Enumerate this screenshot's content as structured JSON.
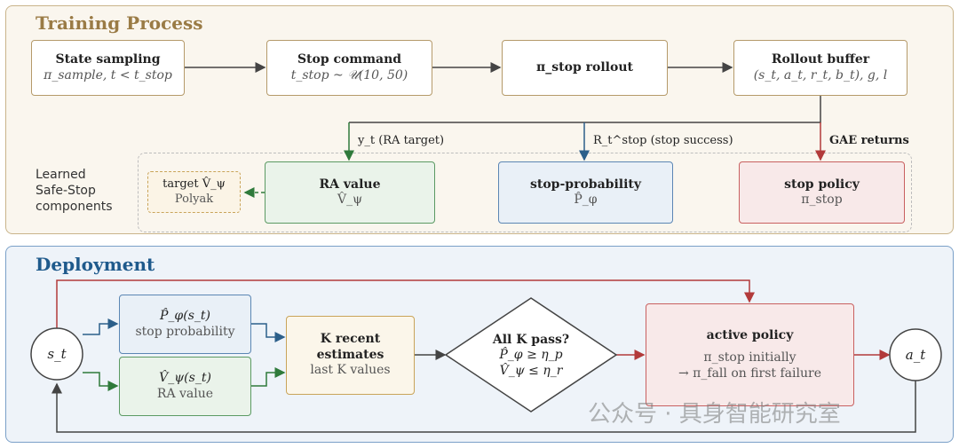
{
  "training": {
    "title": "Training Process",
    "state_sampling": {
      "title": "State sampling",
      "sub": "π_sample, t < t_stop"
    },
    "stop_command": {
      "title": "Stop command",
      "sub": "t_stop ~ 𝒰(10, 50)"
    },
    "stop_rollout": {
      "title": "π_stop rollout"
    },
    "rollout_buffer": {
      "title": "Rollout buffer",
      "sub": "(s_t, a_t, r_t, b_t), g, l"
    },
    "edge_ra_target": "y_t (RA target)",
    "edge_stop_success": "R_t^stop (stop success)",
    "edge_gae": "GAE returns",
    "learned_label": [
      "Learned",
      "Safe-Stop",
      "components"
    ],
    "target_value": {
      "title": "target V̂_ψ",
      "sub": "Polyak"
    },
    "ra_value": {
      "title": "RA value",
      "sub": "V̂_ψ"
    },
    "stop_probability": {
      "title": "stop-probability",
      "sub": "P̂_φ"
    },
    "stop_policy": {
      "title": "stop policy",
      "sub": "π_stop"
    }
  },
  "deployment": {
    "title": "Deployment",
    "state_node": "s_t",
    "action_node": "a_t",
    "prob_box": {
      "title": "P̂_φ(s_t)",
      "sub": "stop probability"
    },
    "value_box": {
      "title": "V̂_ψ(s_t)",
      "sub": "RA value"
    },
    "recent_box": {
      "title1": "K recent",
      "title2": "estimates",
      "sub": "last K values"
    },
    "decision": {
      "title": "All K pass?",
      "line1": "P̂_φ ≥ η_p",
      "line2": "V̂_ψ ≤ η_r"
    },
    "active_box": {
      "title": "active policy",
      "line1": "π_stop initially",
      "line2": "→ π_fall on first failure"
    }
  },
  "watermark": "公众号 · 具身智能研究室",
  "colors": {
    "brown": "#9a7b45",
    "blue": "#2c5f8a",
    "green": "#2f7a3b",
    "red": "#b23a3a"
  }
}
